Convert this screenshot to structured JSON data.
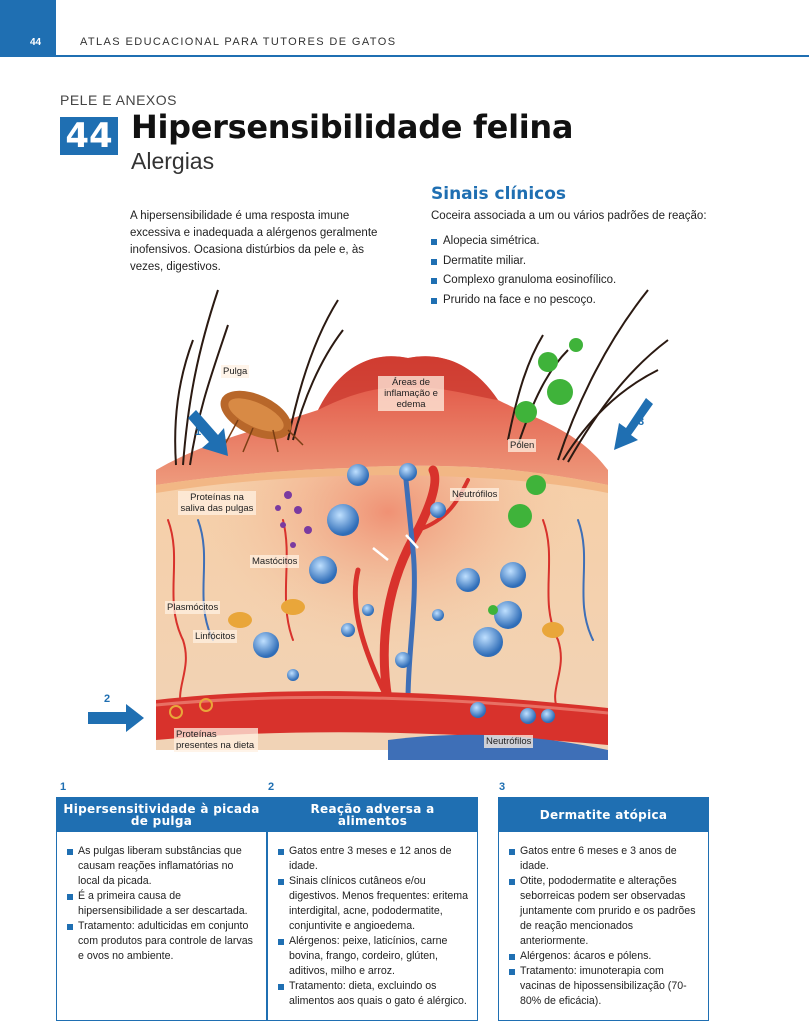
{
  "header": {
    "page_number": "44",
    "running_title": "ATLAS EDUCACIONAL PARA TUTORES DE GATOS"
  },
  "section": "PELE E ANEXOS",
  "chapter_number": "44",
  "title": "Hipersensibilidade felina",
  "subtitle": "Alergias",
  "intro": "A hipersensibilidade é uma resposta imune excessiva e inadequada a alérgenos geralmente inofensivos. Ocasiona distúrbios da pele e, às vezes, digestivos.",
  "clinical_signs": {
    "title": "Sinais clínicos",
    "intro": "Coceira associada a um ou vários padrões de reação:",
    "items": [
      "Alopecia simétrica.",
      "Dermatite miliar.",
      "Complexo granuloma eosinofílico.",
      "Prurido na face e no pescoço."
    ]
  },
  "illustration": {
    "labels": {
      "pulga": "Pulga",
      "areas": "Áreas de inflamação e edema",
      "polen": "Pólen",
      "proteinas_saliva": "Proteínas na saliva das pulgas",
      "neutrofilos_top": "Neutrófilos",
      "mastocitos": "Mastócitos",
      "plasmocitos": "Plasmócitos",
      "linfocitos": "Linfócitos",
      "proteinas_dieta": "Proteínas presentes na dieta",
      "neutrofilos_bottom": "Neutrófilos"
    },
    "markers": {
      "one": "1",
      "two": "2",
      "three": "3"
    },
    "colors": {
      "skin": "#e9806a",
      "tissue": "#f3c9a4",
      "artery": "#d8322c",
      "vein": "#3e6fb7",
      "cell_blue": "#4a8fd6",
      "pollen": "#3fb33a"
    }
  },
  "cards": [
    {
      "number": "1",
      "title": "Hipersensitividade à picada de pulga",
      "items": [
        "As pulgas liberam substâncias que causam reações inflamatórias no local da picada.",
        "É a primeira causa de hipersensibilidade a ser descartada.",
        "Tratamento: adulticidas em conjunto com produtos para controle de larvas e ovos no ambiente."
      ]
    },
    {
      "number": "2",
      "title": "Reação adversa a alimentos",
      "items": [
        "Gatos entre 3 meses e 12 anos de idade.",
        "Sinais clínicos cutâneos e/ou digestivos. Menos frequentes: eritema interdigital, acne, pododermatite, conjuntivite e angioedema.",
        "Alérgenos: peixe, laticínios, carne bovina, frango, cordeiro, glúten, aditivos, milho e arroz.",
        "Tratamento: dieta, excluindo os alimentos aos quais o gato é alérgico."
      ]
    },
    {
      "number": "3",
      "title": "Dermatite atópica",
      "items": [
        "Gatos entre 6 meses e 3 anos de idade.",
        "Otite, pododermatite e alterações seborreicas podem ser observadas juntamente com prurido e os padrões de reação mencionados anteriormente.",
        "Alérgenos: ácaros e pólens.",
        "Tratamento: imunoterapia com vacinas de hipossensibilização (70-80% de eficácia)."
      ]
    }
  ]
}
